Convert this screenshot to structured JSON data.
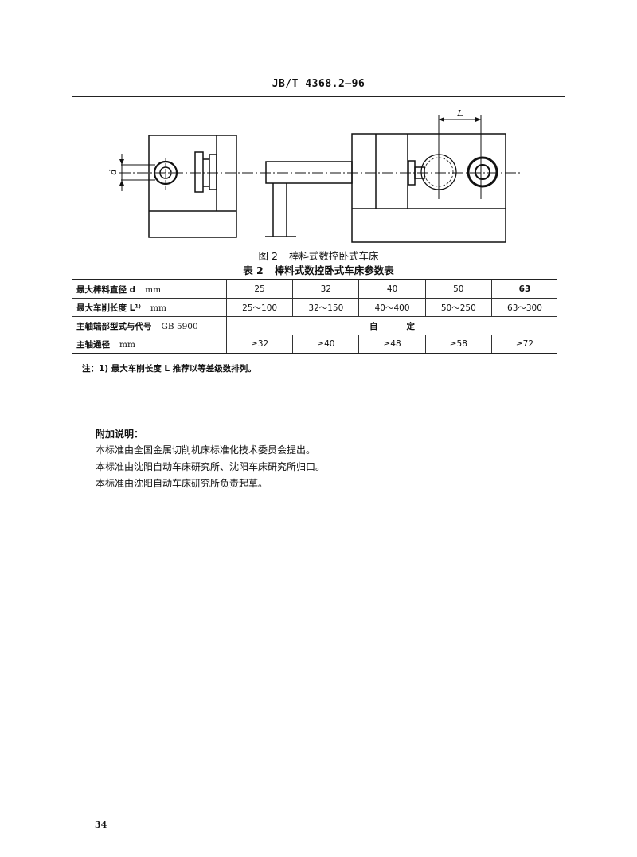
{
  "header": {
    "standard_code": "JB/T 4368.2—96"
  },
  "figure": {
    "number": "图 2",
    "title": "棒料式数控卧式车床",
    "dimension_labels": {
      "diameter": "d",
      "length": "L"
    }
  },
  "table": {
    "number": "表 2",
    "title": "棒料式数控卧式车床参数表",
    "rows": [
      {
        "label": "最大棒料直径 d",
        "unit": "mm",
        "values": [
          "25",
          "32",
          "40",
          "50",
          "63"
        ]
      },
      {
        "label": "最大车削长度 L¹⁾",
        "unit": "mm",
        "values": [
          "25～100",
          "32～150",
          "40～400",
          "50～250",
          "63～300"
        ]
      },
      {
        "label": "主轴端部型式与代号",
        "unit": "GB 5900",
        "merged_value_a": "自",
        "merged_value_b": "定"
      },
      {
        "label": "主轴通径",
        "unit": "mm",
        "values": [
          "≥32",
          "≥40",
          "≥48",
          "≥58",
          "≥72"
        ]
      }
    ]
  },
  "note": "注：1) 最大车削长度 L 推荐以等差级数排列。",
  "additional_notes": {
    "title": "附加说明：",
    "lines": [
      "本标准由全国金属切削机床标准化技术委员会提出。",
      "本标准由沈阳自动车床研究所、沈阳车床研究所归口。",
      "本标准由沈阳自动车床研究所负责起草。"
    ]
  },
  "page_number": "34"
}
